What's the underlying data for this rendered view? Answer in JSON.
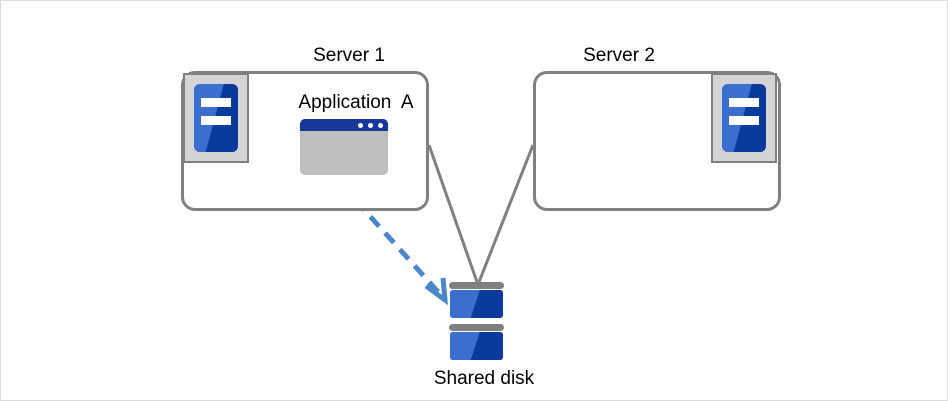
{
  "diagram": {
    "title": "Shared disk cluster with Application A running on Server 1",
    "background_color": "#ffffff",
    "border_color": "#dcdcdc",
    "connector_color": "#808080",
    "accent_blue": "#0a3a9e",
    "light_blue": "#3a6fd0",
    "arrow_color": "#4a86c8",
    "gray_panel": "#d4d4d4",
    "window_gray": "#bfbfbf",
    "titlebar_navy": "#17379b"
  },
  "nodes": {
    "server1": {
      "label": "Server 1",
      "icon_name": "server-unit-icon",
      "icon_position": "top-left"
    },
    "server2": {
      "label": "Server 2",
      "icon_name": "server-unit-icon",
      "icon_position": "top-right"
    },
    "application": {
      "label": "Application  A",
      "icon_name": "application-window-icon",
      "window_dots": 3,
      "hosted_on": "Server 1"
    },
    "shared_disk": {
      "label": "Shared disk",
      "icon_name": "disk-stack-icon",
      "units": 2
    }
  },
  "connectors": [
    {
      "name": "server1-to-disk",
      "from": "Server 1",
      "to": "Shared disk",
      "style": "solid",
      "color": "#808080"
    },
    {
      "name": "server2-to-disk",
      "from": "Server 2",
      "to": "Shared disk",
      "style": "solid",
      "color": "#808080"
    },
    {
      "name": "application-access-arrow",
      "from": "Application  A",
      "to": "Shared disk",
      "style": "dashed",
      "color": "#4a86c8",
      "arrowhead": "open-chevron"
    }
  ]
}
